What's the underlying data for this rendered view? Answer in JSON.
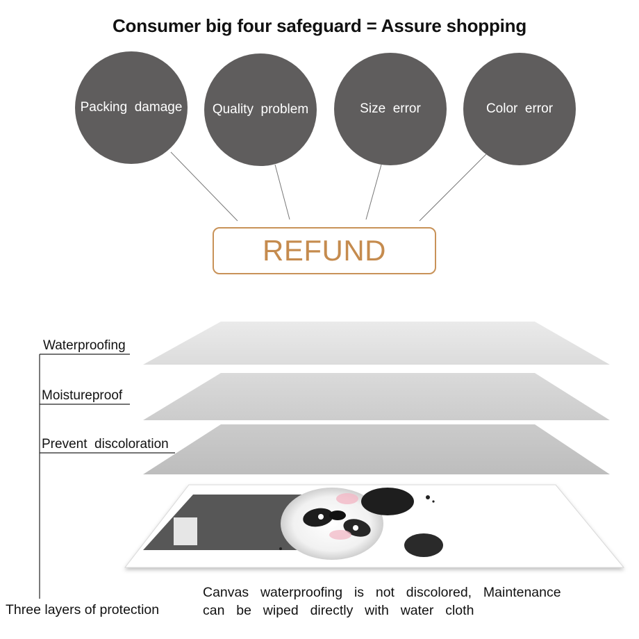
{
  "title": "Consumer big four safeguard = Assure shopping",
  "circles": [
    {
      "label": "Packing  damage"
    },
    {
      "label": "Quality  problem"
    },
    {
      "label": "Size  error"
    },
    {
      "label": "Color  error"
    }
  ],
  "refund_label": "REFUND",
  "layers": [
    {
      "label": "Waterproofing"
    },
    {
      "label": "Moistureproof"
    },
    {
      "label": "Prevent  discoloration"
    }
  ],
  "bracket_label": "Three layers of protection",
  "description": {
    "line1": "Canvas  waterproofing  is  not  discolored,  Maintenance",
    "line2": "can  be  wiped  directly  with  water  cloth"
  },
  "colors": {
    "circle": "#5f5d5d",
    "refund_accent": "#c89258",
    "layer_top": "#e2e2e2",
    "layer_mid": "#d4d4d4",
    "layer_bottom": "#c4c4c4"
  }
}
